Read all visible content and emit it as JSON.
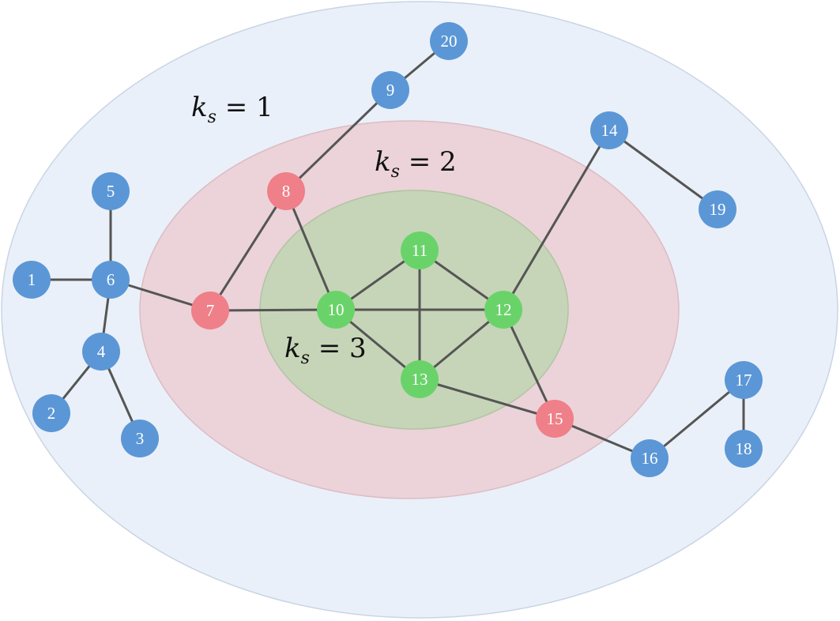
{
  "diagram": {
    "shells": [
      {
        "id": "shell-1",
        "label_main": "k",
        "label_sub": "s",
        "label_rest": " = 1",
        "fill": "#eaf0f9",
        "stroke": "#c9d4e4"
      },
      {
        "id": "shell-2",
        "label_main": "k",
        "label_sub": "s",
        "label_rest": " = 2",
        "fill": "#ebd3d9",
        "stroke": "#dcbcc3"
      },
      {
        "id": "shell-3",
        "label_main": "k",
        "label_sub": "s",
        "label_rest": " = 3",
        "fill": "#c6d5b8",
        "stroke": "#b2c4a2"
      }
    ],
    "colors": {
      "shell1_node": "#5b97d6",
      "shell2_node": "#ef7f88",
      "shell3_node": "#69d36a",
      "edge": "#555555"
    },
    "nodes": [
      {
        "id": "1",
        "label": "1",
        "shell": 1
      },
      {
        "id": "2",
        "label": "2",
        "shell": 1
      },
      {
        "id": "3",
        "label": "3",
        "shell": 1
      },
      {
        "id": "4",
        "label": "4",
        "shell": 1
      },
      {
        "id": "5",
        "label": "5",
        "shell": 1
      },
      {
        "id": "6",
        "label": "6",
        "shell": 1
      },
      {
        "id": "7",
        "label": "7",
        "shell": 2
      },
      {
        "id": "8",
        "label": "8",
        "shell": 2
      },
      {
        "id": "9",
        "label": "9",
        "shell": 1
      },
      {
        "id": "10",
        "label": "10",
        "shell": 3
      },
      {
        "id": "11",
        "label": "11",
        "shell": 3
      },
      {
        "id": "12",
        "label": "12",
        "shell": 3
      },
      {
        "id": "13",
        "label": "13",
        "shell": 3
      },
      {
        "id": "14",
        "label": "14",
        "shell": 1
      },
      {
        "id": "15",
        "label": "15",
        "shell": 2
      },
      {
        "id": "16",
        "label": "16",
        "shell": 1
      },
      {
        "id": "17",
        "label": "17",
        "shell": 1
      },
      {
        "id": "18",
        "label": "18",
        "shell": 1
      },
      {
        "id": "19",
        "label": "19",
        "shell": 1
      },
      {
        "id": "20",
        "label": "20",
        "shell": 1
      }
    ],
    "edges": [
      [
        "1",
        "6"
      ],
      [
        "5",
        "6"
      ],
      [
        "6",
        "4"
      ],
      [
        "4",
        "2"
      ],
      [
        "4",
        "3"
      ],
      [
        "6",
        "7"
      ],
      [
        "7",
        "8"
      ],
      [
        "7",
        "10"
      ],
      [
        "8",
        "9"
      ],
      [
        "9",
        "20"
      ],
      [
        "8",
        "10"
      ],
      [
        "10",
        "11"
      ],
      [
        "10",
        "12"
      ],
      [
        "10",
        "13"
      ],
      [
        "11",
        "12"
      ],
      [
        "11",
        "13"
      ],
      [
        "12",
        "13"
      ],
      [
        "12",
        "14"
      ],
      [
        "14",
        "19"
      ],
      [
        "12",
        "15"
      ],
      [
        "13",
        "15"
      ],
      [
        "15",
        "16"
      ],
      [
        "16",
        "17"
      ],
      [
        "17",
        "18"
      ]
    ]
  }
}
